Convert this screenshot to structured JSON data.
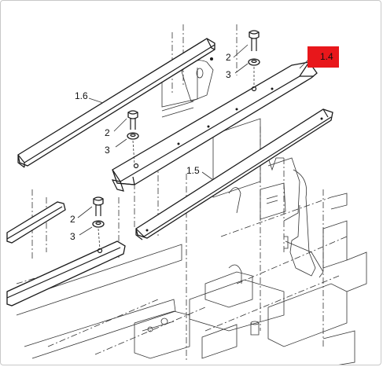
{
  "callouts": {
    "part_1_4": "1.4",
    "part_1_5": "1.5",
    "part_1_6": "1.6",
    "bolt_a": "2",
    "washer_a": "3",
    "bolt_b": "2",
    "washer_b": "3",
    "bolt_c": "2",
    "washer_c": "3"
  },
  "colors": {
    "highlight": "#e8171b",
    "line": "#1a1a1a"
  }
}
